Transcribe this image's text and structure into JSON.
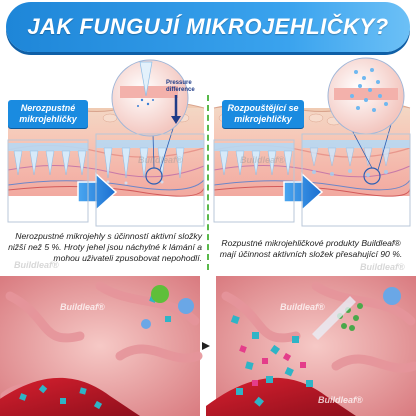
{
  "header": {
    "title": "JAK FUNGUJÍ MIKROJEHLIČKY?"
  },
  "left": {
    "badge": "Nerozpustné mikrojehličky",
    "caption": "Nerozpustné mikrojehly s účinností aktivní složky nižší než 5 %. Hroty jehel jsou náchylné k lámání a mohou uživateli zpusobovat nepohodlí."
  },
  "right": {
    "badge": "Rozpouštějící se mikrojehličky",
    "caption": "Rozpustné mikrojehličkové produkty Buildleaf® mají účinnost aktivních složek přesahující 90 %."
  },
  "zoom": {
    "pressure_label": "Pressure difference"
  },
  "watermark": "Buildleaf®",
  "colors": {
    "accent": "#1a8be0",
    "arrow": "#1f7fe0",
    "divider": "#58b94a"
  }
}
